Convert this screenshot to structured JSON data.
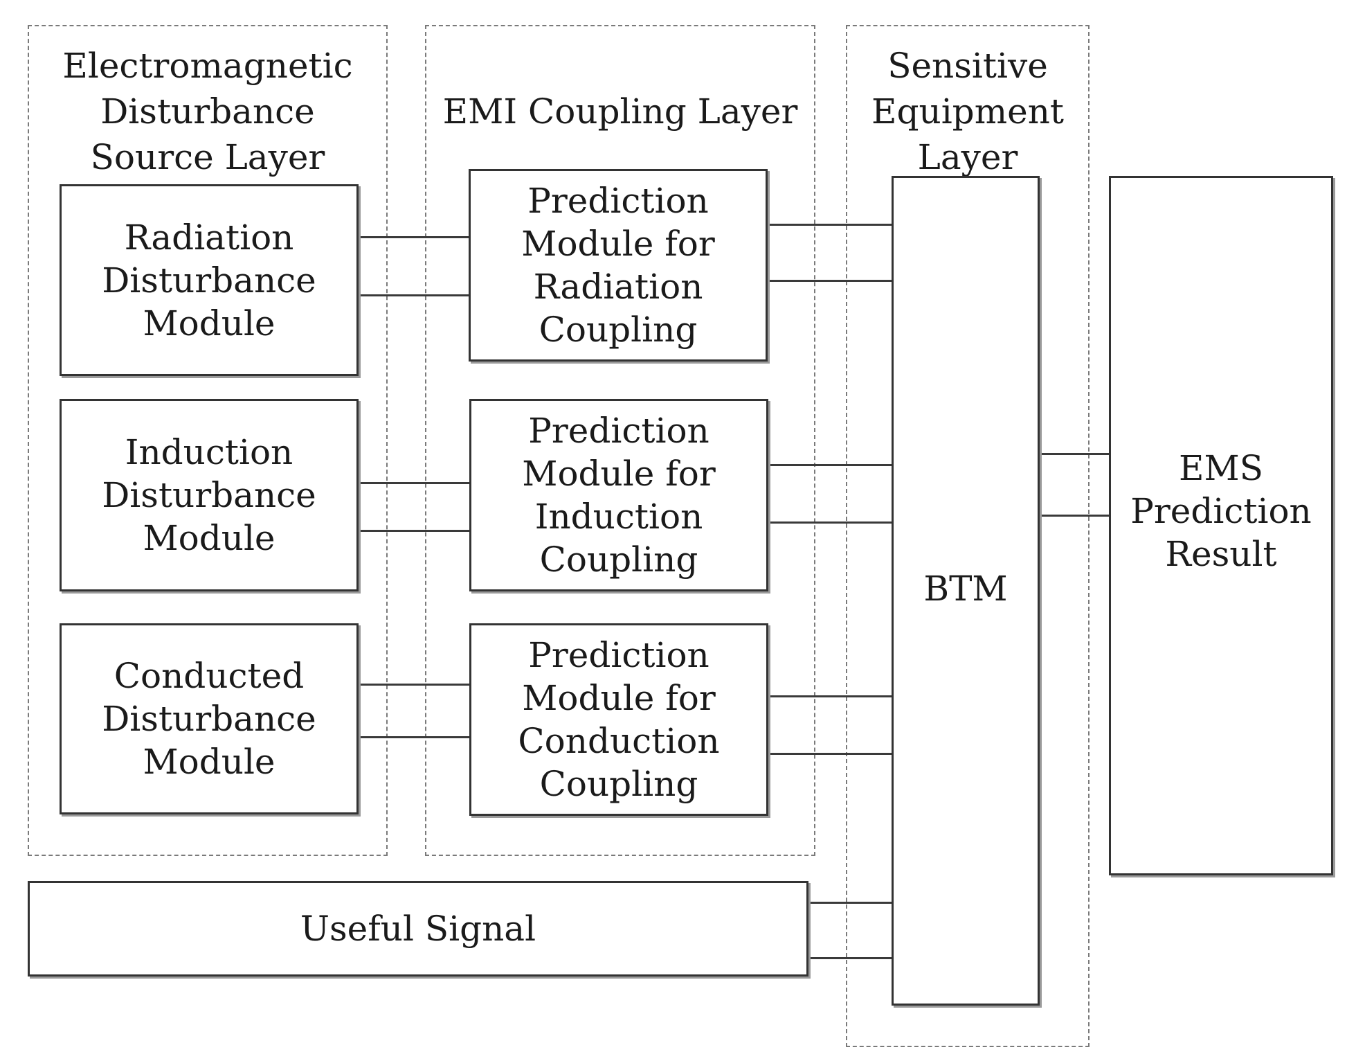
{
  "layers": {
    "source": {
      "title": "Electromagnetic\nDisturbance\nSource Layer"
    },
    "coupling": {
      "title": "EMI Coupling Layer"
    },
    "equipment": {
      "title": "Sensitive\nEquipment\nLayer"
    }
  },
  "modules": {
    "radiation_disturbance": "Radiation\nDisturbance\nModule",
    "induction_disturbance": "Induction\nDisturbance\nModule",
    "conducted_disturbance": "Conducted\nDisturbance\nModule",
    "radiation_coupling": "Prediction\nModule for\nRadiation\nCoupling",
    "induction_coupling": "Prediction\nModule for\nInduction\nCoupling",
    "conduction_coupling": "Prediction\nModule for\nConduction\nCoupling",
    "btm": "BTM",
    "result": "EMS\nPrediction\nResult",
    "useful_signal": "Useful Signal"
  }
}
